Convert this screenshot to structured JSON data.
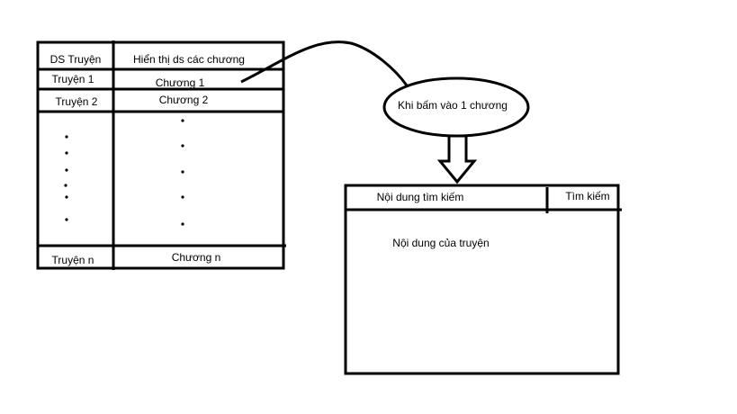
{
  "left_table": {
    "header_left": "DS Truyện",
    "header_right": "Hiển thị ds các chương",
    "rows": [
      {
        "story": "Truyện 1",
        "chapter": "Chương 1"
      },
      {
        "story": "Truyện 2",
        "chapter": "Chương 2"
      },
      {
        "story": "Truyện n",
        "chapter": "Chương n"
      }
    ]
  },
  "callout": {
    "text": "Khi bấm vào 1 chương"
  },
  "reader": {
    "search_content": "Nội dung tìm kiếm",
    "search_button": "Tìm kiếm",
    "body_text": "Nội dung của truyện"
  }
}
